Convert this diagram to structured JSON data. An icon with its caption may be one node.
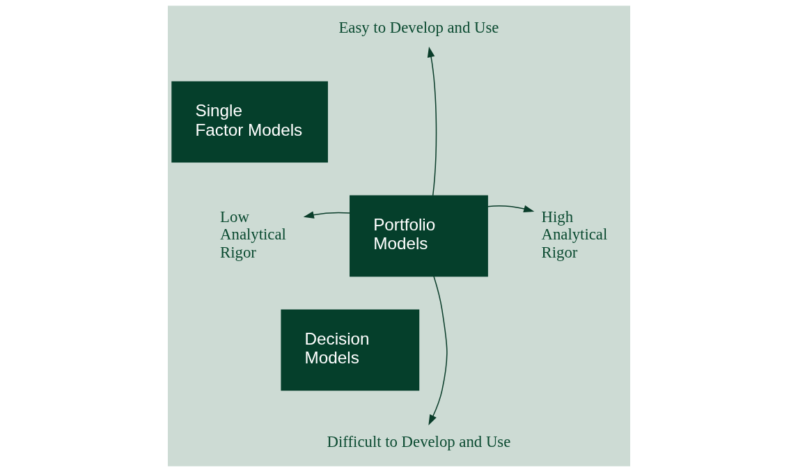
{
  "diagram": {
    "nodes": [
      {
        "text": [
          "Easy to Develop and Use"
        ]
      },
      {
        "text": [
          "Single Factor Models"
        ]
      },
      {
        "text": [
          "Low Analytical Rigor"
        ]
      },
      {
        "text": [
          "Portfolio Models"
        ]
      },
      {
        "text": [
          "High Analytical Rigor"
        ]
      },
      {
        "text": [
          "Decision Models"
        ]
      },
      {
        "text": [
          "Difficult to Develop and Use"
        ]
      }
    ],
    "edges": [
      {
        "from": 3,
        "to": 0,
        "arrow": "to"
      },
      {
        "from": 3,
        "to": 2,
        "arrow": "to"
      },
      {
        "from": 3,
        "to": 4,
        "arrow": "to"
      },
      {
        "from": 3,
        "to": 6,
        "arrow": "to"
      }
    ]
  }
}
